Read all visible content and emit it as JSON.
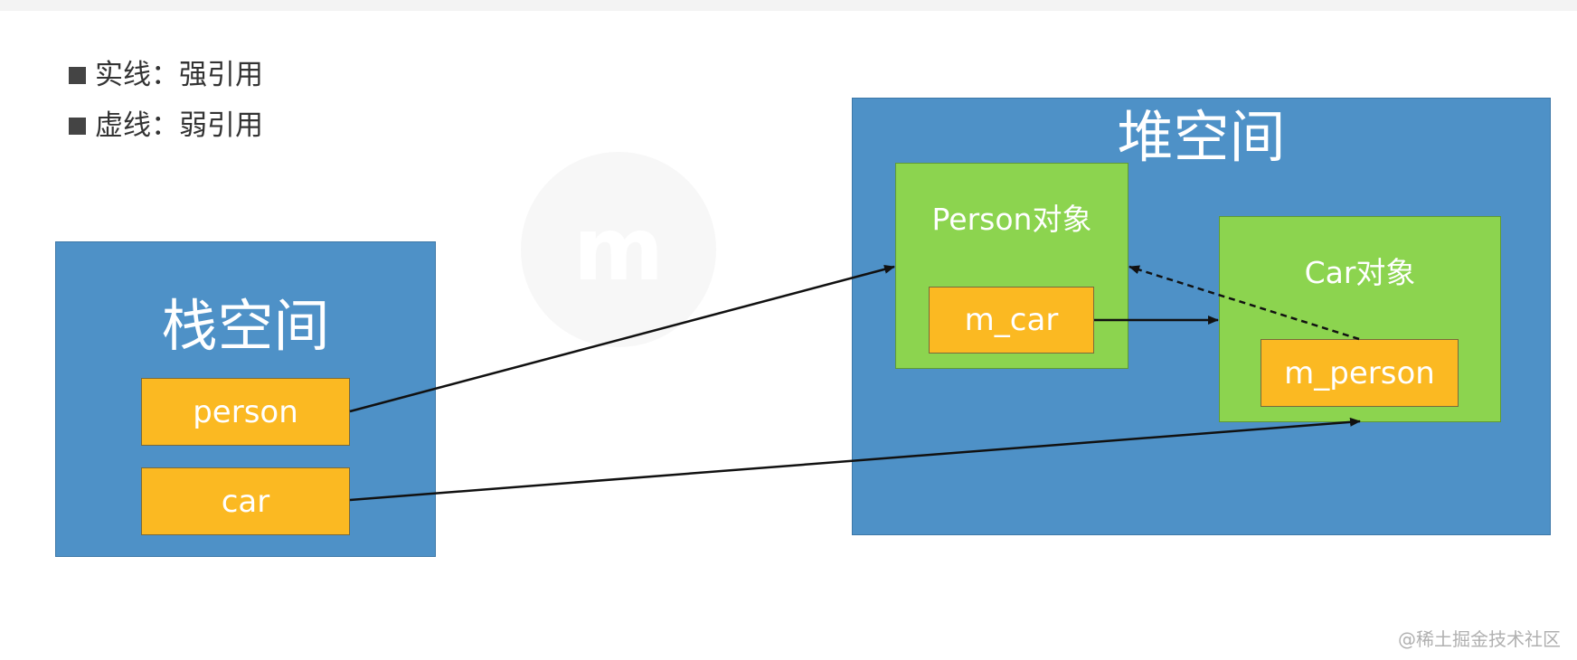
{
  "legend": {
    "solid": "实线：强引用",
    "dashed": "虚线：弱引用"
  },
  "stack": {
    "title": "栈空间",
    "fields": [
      "person",
      "car"
    ]
  },
  "heap": {
    "title": "堆空间",
    "person_object": {
      "title": "Person对象",
      "field": "m_car"
    },
    "car_object": {
      "title": "Car对象",
      "field": "m_person"
    }
  },
  "credit": "@稀土掘金技术社区",
  "colors": {
    "space_blue": "#4e91c7",
    "object_green": "#8cd44f",
    "field_orange": "#fbb922",
    "arrow": "#111111"
  }
}
